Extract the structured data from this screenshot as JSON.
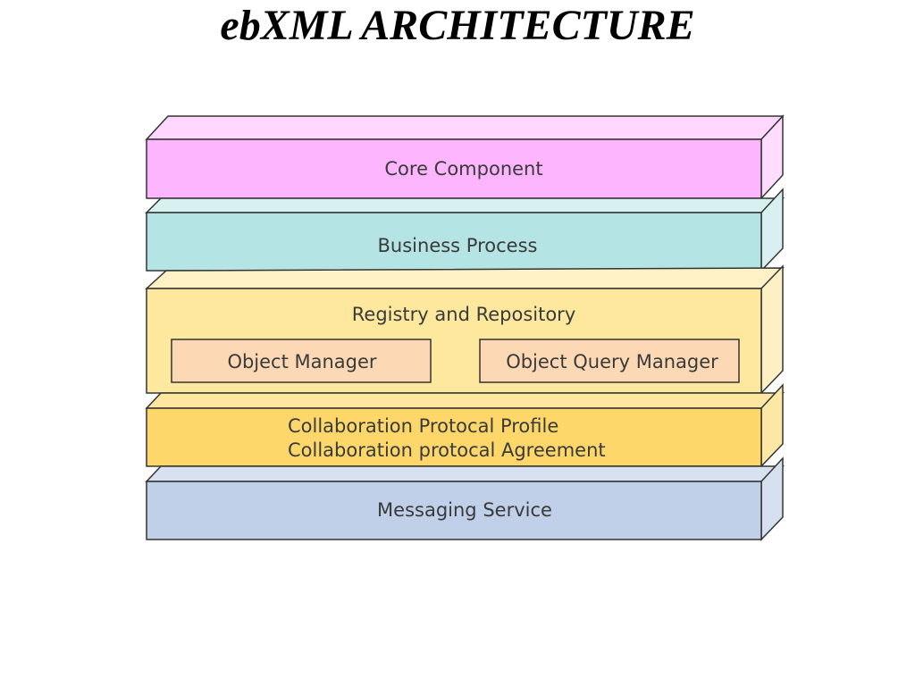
{
  "title": "ebXML ARCHITECTURE",
  "layers": [
    {
      "id": "core-component",
      "label": "Core Component",
      "colors": {
        "front": "#fdb6fd",
        "top": "#fed6fe",
        "side": "#fedcfe"
      }
    },
    {
      "id": "business-process",
      "label": "Business Process",
      "colors": {
        "front": "#b5e4e4",
        "top": "#d7f1f1",
        "side": "#d8f0f2"
      }
    },
    {
      "id": "registry-repository",
      "label": "Registry and Repository",
      "colors": {
        "front": "#fde89d",
        "top": "#fdf1c5",
        "side": "#fdf0c5"
      },
      "boxes": [
        {
          "id": "object-manager",
          "label": "Object Manager"
        },
        {
          "id": "object-query-manager",
          "label": "Object Query Manager"
        }
      ],
      "box_color": "#fdd8b4"
    },
    {
      "id": "collaboration",
      "label_lines": [
        "Collaboration Protocal Profile",
        "Collaboration protocal Agreement"
      ],
      "colors": {
        "front": "#fdd76a",
        "top": "#fde6a0",
        "side": "#fde7a4"
      }
    },
    {
      "id": "messaging-service",
      "label": "Messaging Service",
      "colors": {
        "front": "#bfd0e8",
        "top": "#d7e1ef",
        "side": "#d5dfee"
      }
    }
  ]
}
